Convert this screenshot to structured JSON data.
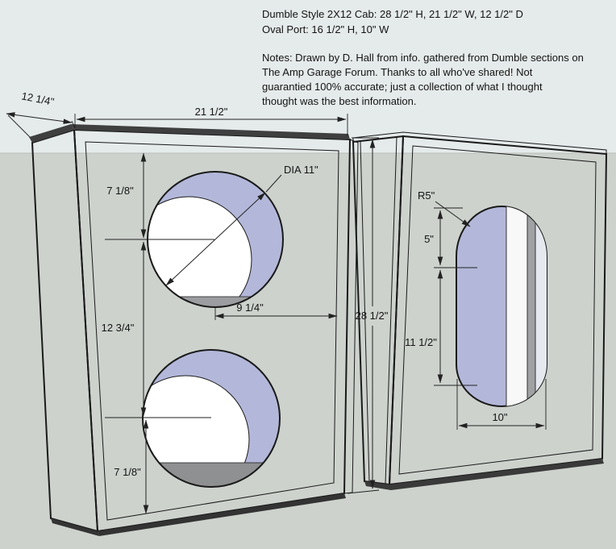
{
  "title_block": {
    "line1": "Dumble Style 2X12 Cab: 28 1/2\" H, 21 1/2\" W, 12 1/2\" D",
    "line2": "Oval Port: 16 1/2\" H, 10\" W"
  },
  "notes_block": {
    "line1": "Notes: Drawn by D. Hall from info. gathered from Dumble sections on",
    "line2": "The Amp Garage Forum.  Thanks to all who've shared! Not",
    "line3": "guarantied 100% accurate; just a collection of what I thought",
    "line4": "thought was the best information."
  },
  "front_view_dims": {
    "depth": "12 1/4\"",
    "width": "21 1/2\"",
    "top_to_center": "7 1/8\"",
    "diameter": "DIA 11\"",
    "center_to_center": "12 3/4\"",
    "center_to_right_edge": "9 1/4\"",
    "height": "28 1/2\"",
    "center_to_bottom": "7 1/8\""
  },
  "side_view_dims": {
    "corner_radius": "R5\"",
    "port_top_arc": "5\"",
    "port_straight_height": "11 1/2\"",
    "port_width": "10\""
  },
  "colors": {
    "background_sky": "#e5eaea",
    "background_ground": "#cdd2cd",
    "cabinet_face": "#ffffff",
    "interior_back_panel": "#b3b8da",
    "interior_shadow": "#8f9092",
    "edge_line": "#1a1a1a",
    "dimension_line": "#222222",
    "text": "#141414"
  }
}
